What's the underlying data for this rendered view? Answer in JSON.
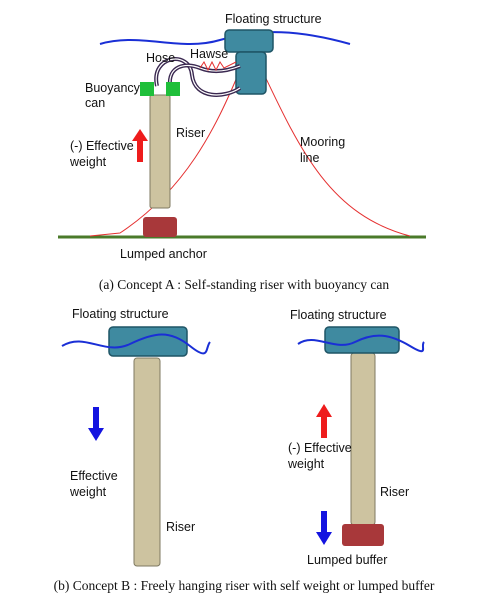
{
  "colors": {
    "water": "#1a2fd6",
    "structure": "#3f8aa0",
    "structure_edge": "#1f5566",
    "riser": "#cdc3a0",
    "riser_edge": "#7f7a62",
    "buoyancy_can": "#1fbf3a",
    "anchor": "#a8383a",
    "seabed": "#4a7a2a",
    "mooring": "#e53030",
    "hose": "#3a2850",
    "up_arrow": "#ee1c1c",
    "down_arrow": "#1414e0"
  },
  "figure_a": {
    "labels": {
      "floating_structure": "Floating structure",
      "hose": "Hose",
      "hawser": "Hawse",
      "buoyancy_can_line1": "Buoyancy",
      "buoyancy_can_line2": "can",
      "effective_weight_line1": "(-) Effective",
      "effective_weight_line2": "weight",
      "riser": "Riser",
      "mooring_line1": "Mooring",
      "mooring_line2": "line",
      "lumped_anchor": "Lumped anchor"
    },
    "caption": "(a) Concept A : Self-standing riser with buoyancy can"
  },
  "figure_b": {
    "left": {
      "floating_structure": "Floating structure",
      "effective_weight_line1": "Effective",
      "effective_weight_line2": "weight",
      "riser": "Riser"
    },
    "right": {
      "floating_structure": "Floating structure",
      "effective_weight_line1": "(-) Effective",
      "effective_weight_line2": "weight",
      "riser": "Riser",
      "lumped_buffer": "Lumped buffer"
    },
    "caption": "(b) Concept B : Freely hanging riser with self weight or lumped buffer"
  }
}
